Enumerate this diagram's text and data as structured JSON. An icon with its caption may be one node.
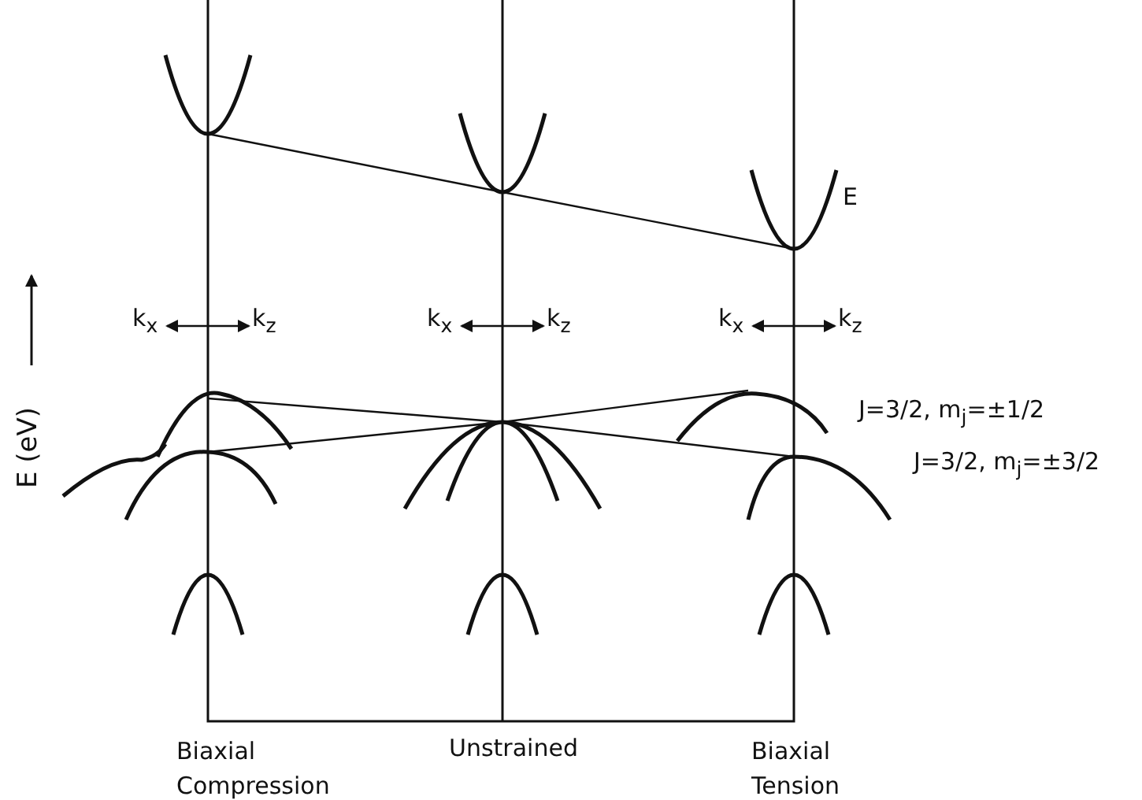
{
  "diagram": {
    "labels": [
      "E (eV)",
      "E",
      "k$_{x}$",
      "k$_{z}$",
      "k$_{x}$",
      "k$_{z}$",
      "k$_{x}$",
      "k$_{z}$",
      "J=3/2, m$_{j}$=±1/2",
      "J=3/2, m$_{j}$=±3/2",
      "Biaxial Compression",
      "Unstrained",
      "Biaxial Tension"
    ]
  }
}
